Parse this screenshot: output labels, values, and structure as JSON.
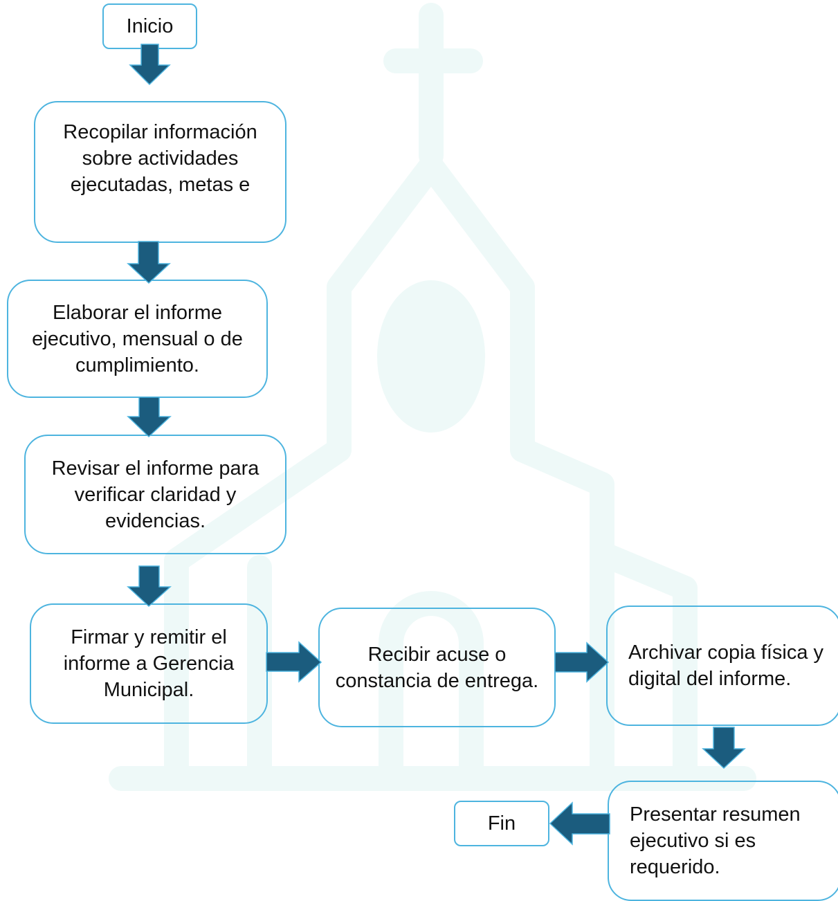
{
  "flowchart": {
    "start_label": "Inicio",
    "end_label": "Fin",
    "steps": [
      "Recopilar información sobre actividades ejecutadas, metas e",
      "Elaborar el informe ejecutivo, mensual o de cumplimiento.",
      "Revisar el informe para verificar claridad y evidencias.",
      "Firmar y remitir el informe a Gerencia Municipal.",
      "Recibir acuse o constancia de entrega.",
      "Archivar copia física y digital del informe.",
      "Presentar resumen ejecutivo si es requerido."
    ]
  },
  "colors": {
    "node_border": "#4db4df",
    "arrow_fill": "#1b5c7e",
    "watermark": "#eef9f8"
  },
  "watermark_icon": "church-icon"
}
